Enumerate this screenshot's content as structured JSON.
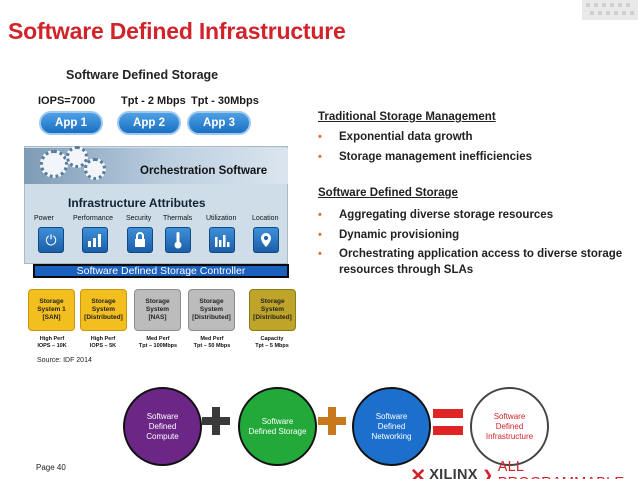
{
  "slide": {
    "title": "Software Defined Infrastructure",
    "page_label": "Page 40"
  },
  "diagram": {
    "heading": "Software Defined Storage",
    "metrics": [
      "IOPS=7000",
      "Tpt - 2 Mbps",
      "Tpt - 30Mbps"
    ],
    "apps": [
      "App 1",
      "App 2",
      "App 3"
    ],
    "orchestration_label": "Orchestration Software",
    "infra_label": "Infrastructure Attributes",
    "attributes": [
      {
        "label": "Power",
        "icon": "power-icon"
      },
      {
        "label": "Performance",
        "icon": "bar-chart-icon"
      },
      {
        "label": "Security",
        "icon": "lock-icon"
      },
      {
        "label": "Thermals",
        "icon": "thermometer-icon"
      },
      {
        "label": "Utilization",
        "icon": "utilization-icon"
      },
      {
        "label": "Location",
        "icon": "location-pin-icon"
      }
    ],
    "controller_label": "Software Defined Storage Controller",
    "systems": [
      {
        "line1": "Storage",
        "line2": "System 1",
        "line3": "[SAN]",
        "perf1": "High Perf",
        "perf2": "IOPS – 10K",
        "color": "#f2bf1e"
      },
      {
        "line1": "Storage",
        "line2": "System",
        "line3": "[Distributed]",
        "perf1": "High Perf",
        "perf2": "IOPS – 5K",
        "color": "#f2bf1e"
      },
      {
        "line1": "Storage",
        "line2": "System",
        "line3": "[NAS]",
        "perf1": "Med Perf",
        "perf2": "Tpt – 100Mbps",
        "color": "#bcbcbc"
      },
      {
        "line1": "Storage",
        "line2": "System",
        "line3": "[Distributed]",
        "perf1": "Med Perf",
        "perf2": "Tpt – 50 Mbps",
        "color": "#bcbcbc"
      },
      {
        "line1": "Storage",
        "line2": "System",
        "line3": "[Distributed]",
        "perf1": "Capacity",
        "perf2": "Tpt – 5 Mbps",
        "color": "#bea52a"
      }
    ],
    "source": "Source: IDF 2014"
  },
  "traditional": {
    "title": "Traditional Storage Management",
    "bullets": [
      "Exponential data growth",
      "Storage management inefficiencies"
    ]
  },
  "sds": {
    "title": "Software Defined Storage",
    "bullets": [
      "Aggregating diverse storage resources",
      "Dynamic provisioning",
      "Orchestrating application access to diverse storage resources through SLAs"
    ]
  },
  "equation": {
    "compute": "Software Defined Compute",
    "storage": "Software Defined Storage",
    "networking": "Software Defined Networking",
    "result": "Software Defined Infrastructure",
    "colors": {
      "compute": "#6b2686",
      "storage": "#23a93a",
      "networking": "#1c6fcc",
      "plus1": "#3a3a3a",
      "plus2": "#c8791c",
      "equals": "#e02424"
    }
  },
  "footer": {
    "brand": "XILINX",
    "tagline": "ALL PROGRAMMABLE."
  }
}
